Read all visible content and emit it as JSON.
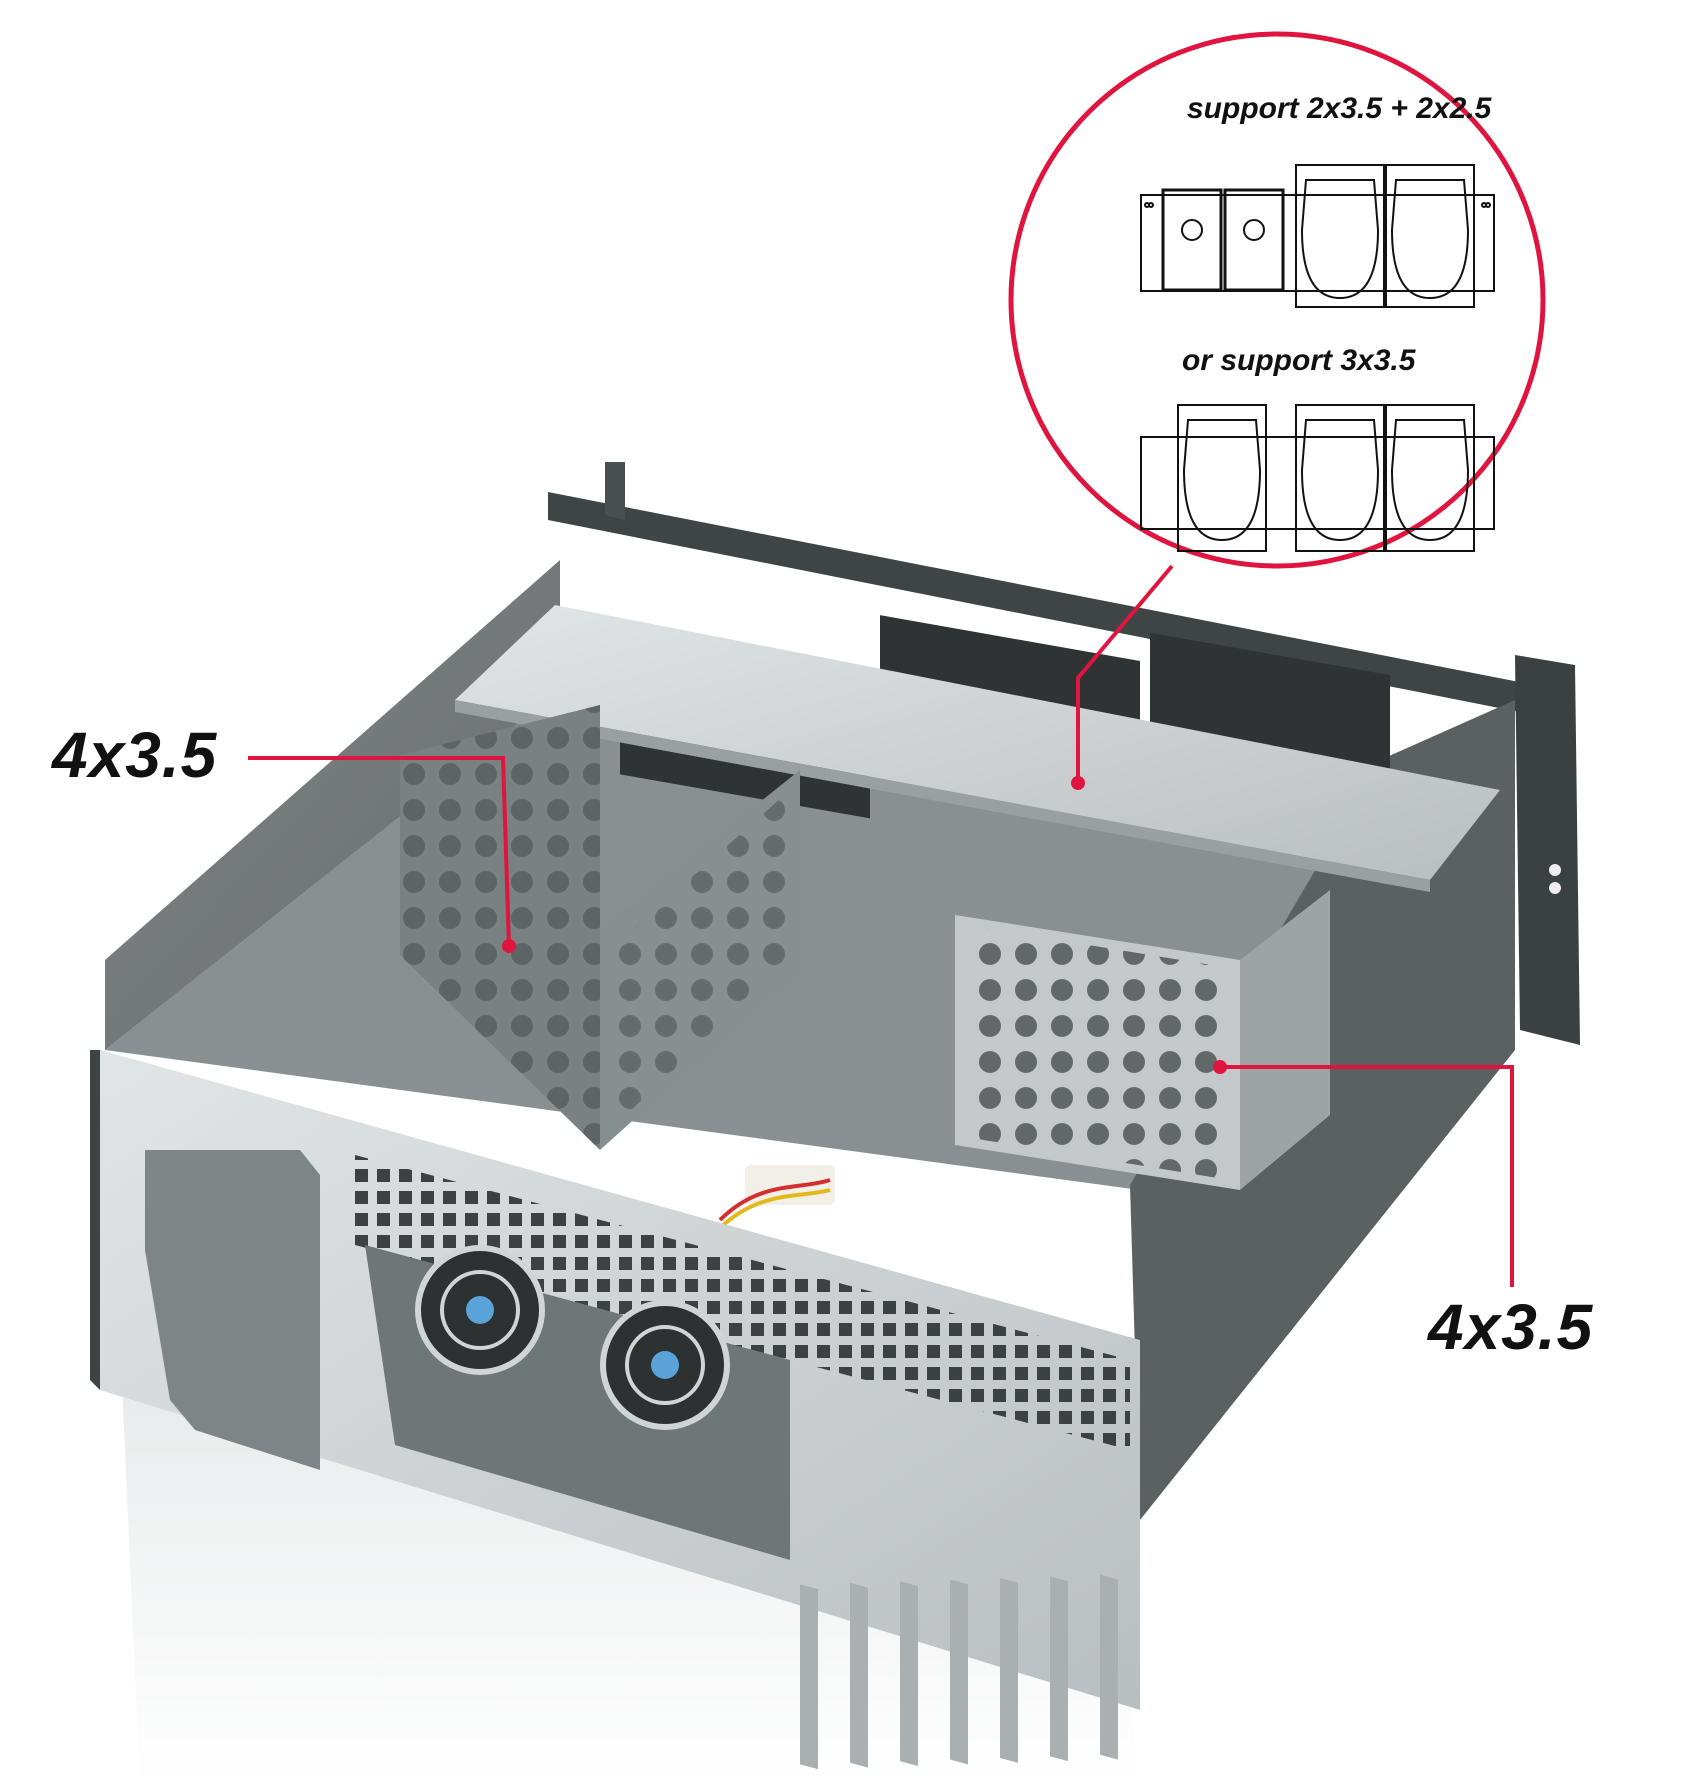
{
  "callouts": {
    "left_bay": {
      "label": "4x3.5",
      "target": "left-hdd-cage"
    },
    "right_bay": {
      "label": "4x3.5",
      "target": "right-hdd-cage"
    },
    "top_bracket": {
      "option_a": "support 2x3.5 + 2x2.5",
      "option_b": "or support 3x3.5"
    }
  },
  "colors": {
    "accent": "#e0153f",
    "chassis_dark": "#5a5f60",
    "chassis_silver": "#c9cdcf",
    "interior": "#7e8586",
    "text": "#111111"
  },
  "diagram": {
    "row_a": [
      "2.5-drive",
      "2.5-drive",
      "3.5-drive",
      "3.5-drive"
    ],
    "row_b": [
      "3.5-drive",
      "3.5-drive",
      "3.5-drive"
    ]
  }
}
